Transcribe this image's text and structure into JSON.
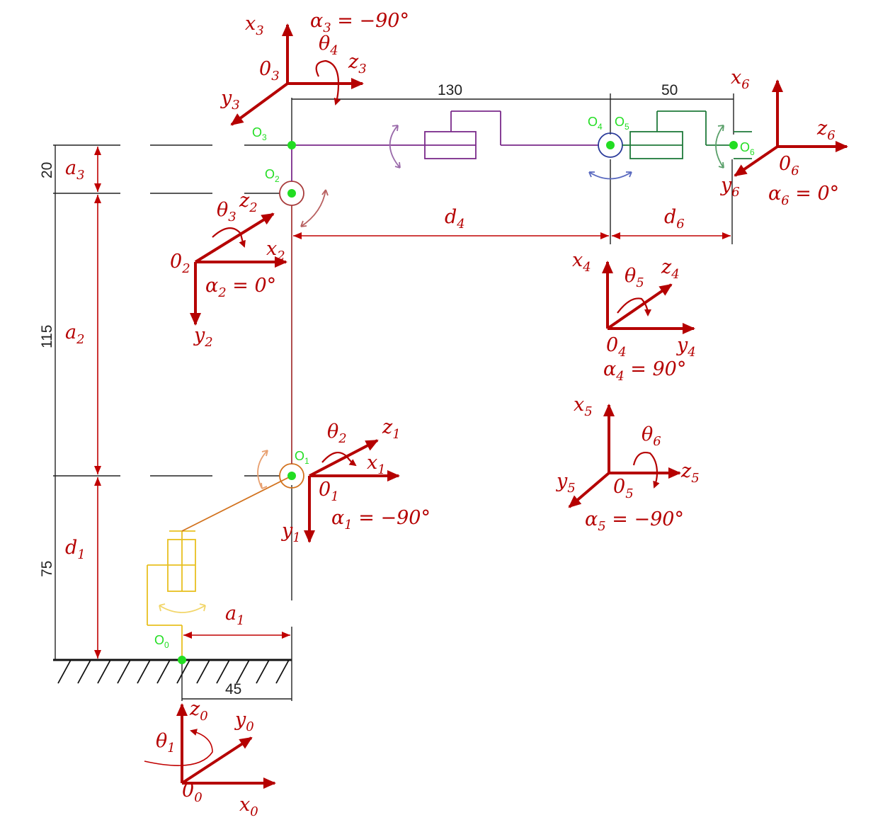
{
  "colors": {
    "axis": "#b50000",
    "origin_marker": "#22dd22",
    "link_base": "#e8c020",
    "link_1": "#d2721e",
    "link_2": "#a83a3a",
    "link_3": "#7a2a8a",
    "link_4": "#2a3a9a",
    "link_5": "#1f7a3a"
  },
  "dimensions": {
    "d130": "130",
    "d50": "50",
    "d20": "20",
    "d115": "115",
    "d75": "75",
    "d45": "45"
  },
  "params": {
    "a1": "a",
    "a1_sub": "1",
    "a2": "a",
    "a2_sub": "2",
    "a3": "a",
    "a3_sub": "3",
    "d1": "d",
    "d1_sub": "1",
    "d4": "d",
    "d4_sub": "4",
    "d6": "d",
    "d6_sub": "6"
  },
  "origins": {
    "o0": "O",
    "o0_sub": "0",
    "o1": "O",
    "o1_sub": "1",
    "o2": "O",
    "o2_sub": "2",
    "o3": "O",
    "o3_sub": "3",
    "o4": "O",
    "o4_sub": "4",
    "o5": "O",
    "o5_sub": "5",
    "o6": "O",
    "o6_sub": "6"
  },
  "frames": {
    "f0": {
      "x": "x",
      "x_sub": "0",
      "y": "y",
      "y_sub": "0",
      "z": "z",
      "z_sub": "0",
      "origin": "0",
      "origin_sub": "0",
      "theta": "θ",
      "theta_sub": "1"
    },
    "f1": {
      "x": "x",
      "x_sub": "1",
      "y": "y",
      "y_sub": "1",
      "z": "z",
      "z_sub": "1",
      "origin": "0",
      "origin_sub": "1",
      "theta": "θ",
      "theta_sub": "2",
      "alpha": "α",
      "alpha_sub": "1",
      "alpha_val": " = −90°"
    },
    "f2": {
      "x": "x",
      "x_sub": "2",
      "y": "y",
      "y_sub": "2",
      "z": "z",
      "z_sub": "2",
      "origin": "0",
      "origin_sub": "2",
      "theta": "θ",
      "theta_sub": "3",
      "alpha": "α",
      "alpha_sub": "2",
      "alpha_val": " = 0°"
    },
    "f3": {
      "x": "x",
      "x_sub": "3",
      "y": "y",
      "y_sub": "3",
      "z": "z",
      "z_sub": "3",
      "origin": "0",
      "origin_sub": "3",
      "theta": "θ",
      "theta_sub": "4",
      "alpha": "α",
      "alpha_sub": "3",
      "alpha_val": " = −90°"
    },
    "f4": {
      "x": "x",
      "x_sub": "4",
      "y": "y",
      "y_sub": "4",
      "z": "z",
      "z_sub": "4",
      "origin": "0",
      "origin_sub": "4",
      "theta": "θ",
      "theta_sub": "5",
      "alpha": "α",
      "alpha_sub": "4",
      "alpha_val": " = 90°"
    },
    "f5": {
      "x": "x",
      "x_sub": "5",
      "y": "y",
      "y_sub": "5",
      "z": "z",
      "z_sub": "5",
      "origin": "0",
      "origin_sub": "5",
      "theta": "θ",
      "theta_sub": "6",
      "alpha": "α",
      "alpha_sub": "5",
      "alpha_val": " = −90°"
    },
    "f6": {
      "x": "x",
      "x_sub": "6",
      "y": "y",
      "y_sub": "6",
      "z": "z",
      "z_sub": "6",
      "origin": "0",
      "origin_sub": "6",
      "alpha": "α",
      "alpha_sub": "6",
      "alpha_val": " = 0°"
    }
  }
}
